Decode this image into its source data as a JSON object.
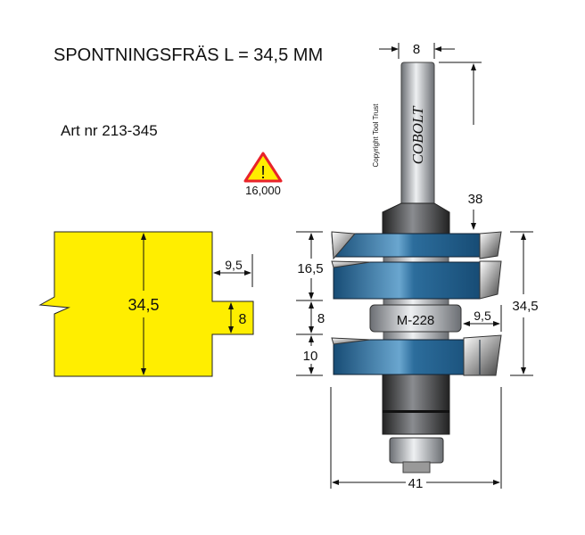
{
  "title": "SPONTNINGSFRÄS L = 34,5 MM",
  "article": "Art nr 213-345",
  "warning": {
    "icon": "warning-triangle-icon",
    "mark": "!",
    "rpm": "16,000"
  },
  "profile": {
    "height": "34,5",
    "offset": "9,5",
    "tongue": "8",
    "color": "#ffee00"
  },
  "cutter": {
    "brand": "COBOLT",
    "copyright": "Copyright Tool Trust",
    "bearing": "M-228",
    "shank_diameter": "8",
    "shank_length": "38",
    "upper_height": "16,5",
    "gap": "8",
    "lower_height": "10",
    "total_height": "34,5",
    "depth": "9,5",
    "diameter": "41",
    "body_color": "#1f5f8f"
  }
}
